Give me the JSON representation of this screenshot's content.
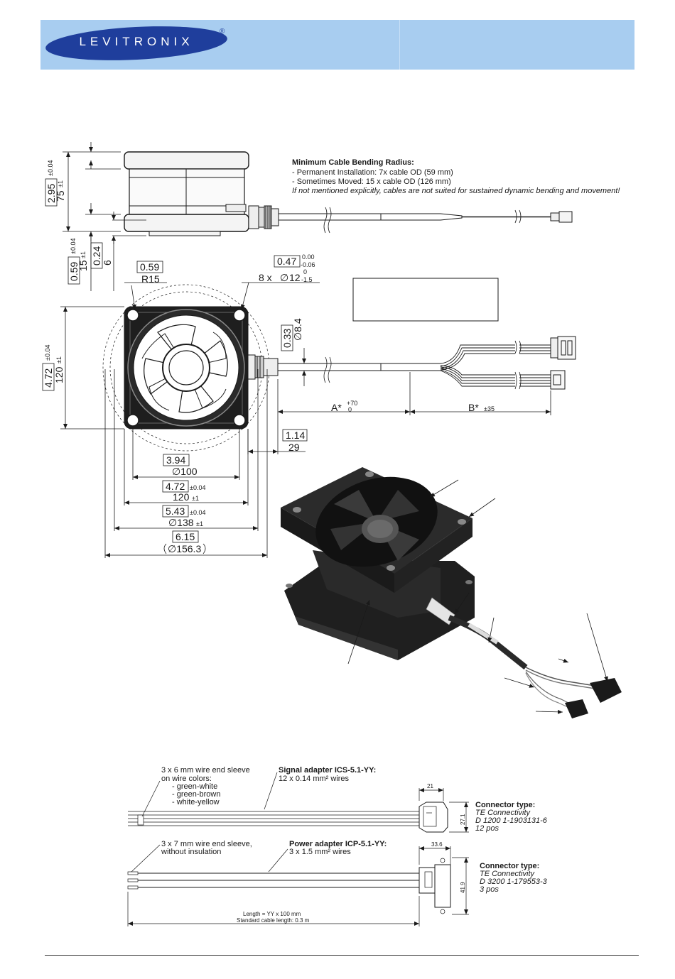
{
  "header": {
    "logo_text": "LEVITRONIX",
    "logo_registered": "®",
    "colors": {
      "banner": "#a8cdf0",
      "logo_oval": "#1f3e9c"
    }
  },
  "side_view": {
    "height_in": "2.95",
    "height_in_tol": "±0.04",
    "height_mm": "75",
    "height_mm_tol": "±1",
    "flange_in": "0.59",
    "flange_in_tol": "±0.04",
    "flange_mm": "15",
    "flange_mm_tol": "±1",
    "offset_in": "0.24",
    "offset_mm": "6"
  },
  "cable_note": {
    "title": "Minimum Cable Bending Radius:",
    "line1": "- Permanent Installation: 7x cable OD (59 mm)",
    "line2": "- Sometimes Moved: 15 x cable OD (126 mm)",
    "line3": "If not mentioned explicitly, cables are not suited for sustained dynamic bending and movement!"
  },
  "front_view": {
    "corner_in": "0.59",
    "corner_mm": "R15",
    "hole_in": "0.47",
    "hole_in_tol_upper": "0.00",
    "hole_in_tol_lower": "-0.06",
    "hole_count": "8 x",
    "hole_dia_symbol": "∅",
    "hole_mm": "12",
    "hole_mm_tol_upper": "0",
    "hole_mm_tol_lower": "-1.5",
    "height_in": "4.72",
    "height_in_tol": "±0.04",
    "height_mm": "120",
    "height_mm_tol": "±1",
    "cable_in": "0.33",
    "cable_mm": "∅8.4",
    "dim_a": "A*",
    "dim_a_tol_upper": "+70",
    "dim_a_tol_lower": "0",
    "dim_b": "B*",
    "dim_b_tol": "±35",
    "gland_in": "1.14",
    "gland_mm": "29",
    "d100_in": "3.94",
    "d100_mm": "∅100",
    "w120_in": "4.72",
    "w120_in_tol": "±0.04",
    "w120_mm": "120",
    "w120_mm_tol": "±1",
    "d138_in": "5.43",
    "d138_in_tol": "±0.04",
    "d138_mm": "∅138",
    "d138_mm_tol": "±1",
    "d156_in": "6.15",
    "d156_mm": "∅156.3"
  },
  "cables": {
    "signal_sleeve_l1": "3 x 6 mm wire end sleeve",
    "signal_sleeve_l2": "on wire colors:",
    "signal_sleeve_c1": "- green-white",
    "signal_sleeve_c2": "- green-brown",
    "signal_sleeve_c3": "- white-yellow",
    "signal_title": "Signal adapter ICS-5.1-YY:",
    "signal_wires": "12 x 0.14 mm² wires",
    "signal_dim_w": "21",
    "signal_dim_h": "27.1",
    "signal_conn_title": "Connector type:",
    "signal_conn_mfr": "TE Connectivity",
    "signal_conn_part": "D 1200 1-1903131-6",
    "signal_conn_pos": "12 pos",
    "power_sleeve_l1": "3 x 7 mm wire end sleeve,",
    "power_sleeve_l2": "without insulation",
    "power_title": "Power adapter ICP-5.1-YY:",
    "power_wires": "3 x 1.5 mm² wires",
    "power_dim_w": "33.6",
    "power_dim_h": "41.9",
    "power_conn_title": "Connector type:",
    "power_conn_mfr": "TE Connectivity",
    "power_conn_part": "D 3200 1-179553-3",
    "power_conn_pos": "3 pos",
    "length_l1": "Length = YY x 100 mm",
    "length_l2": "Standard cable length: 0.3 m"
  }
}
